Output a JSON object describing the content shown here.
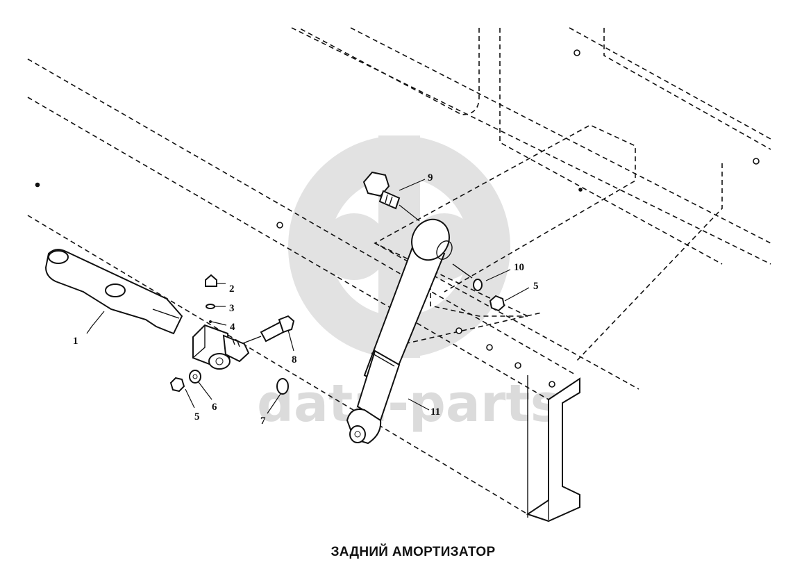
{
  "caption": "ЗАДНИЙ АМОРТИЗАТОР",
  "watermark": {
    "text": "data-parts",
    "color": "#d3d3d3"
  },
  "callouts": [
    "1",
    "2",
    "3",
    "4",
    "5",
    "6",
    "7",
    "8",
    "9",
    "10",
    "5",
    "11"
  ]
}
